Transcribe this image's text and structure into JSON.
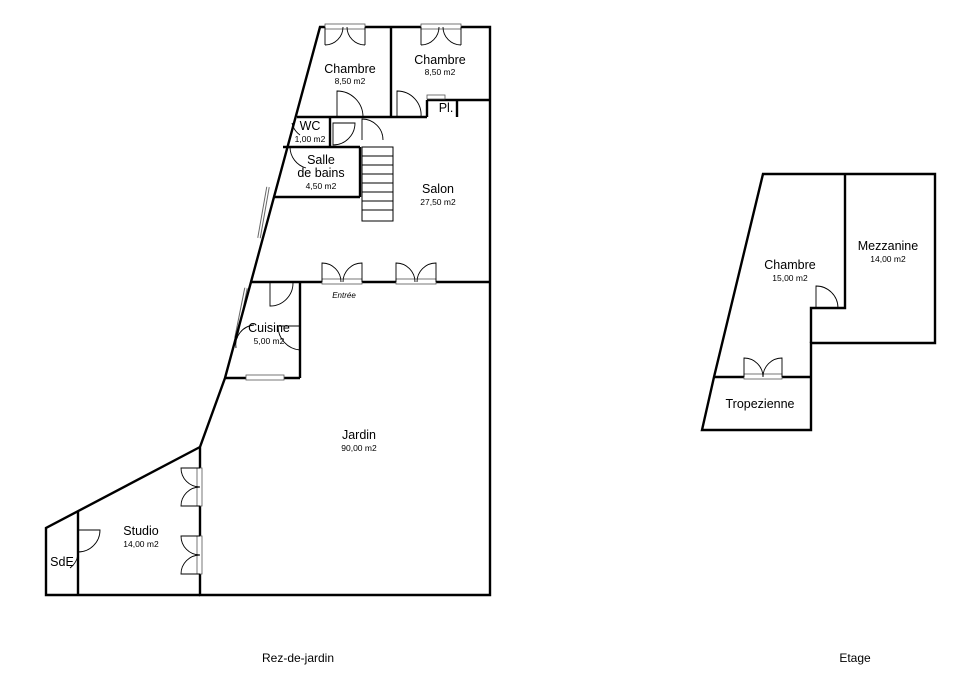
{
  "ground_floor": {
    "caption": "Rez-de-jardin",
    "entrance_label": "Entrée",
    "rooms": {
      "chambre_1": {
        "name": "Chambre",
        "area": "8,50 m2"
      },
      "chambre_2": {
        "name": "Chambre",
        "area": "8,50 m2"
      },
      "placard": {
        "name": "Pl."
      },
      "wc": {
        "name": "WC",
        "area": "1,00 m2"
      },
      "salle_de_bains": {
        "name_line1": "Salle",
        "name_line2": "de bains",
        "area": "4,50 m2"
      },
      "salon": {
        "name": "Salon",
        "area": "27,50 m2"
      },
      "cuisine": {
        "name": "Cuisine",
        "area": "5,00 m2"
      },
      "jardin": {
        "name": "Jardin",
        "area": "90,00 m2"
      },
      "studio": {
        "name": "Studio",
        "area": "14,00 m2"
      },
      "sde": {
        "name": "SdE"
      }
    }
  },
  "upper_floor": {
    "caption": "Etage",
    "rooms": {
      "chambre": {
        "name": "Chambre",
        "area": "15,00 m2"
      },
      "mezzanine": {
        "name": "Mezzanine",
        "area": "14,00 m2"
      },
      "tropezienne": {
        "name": "Tropezienne"
      }
    }
  }
}
